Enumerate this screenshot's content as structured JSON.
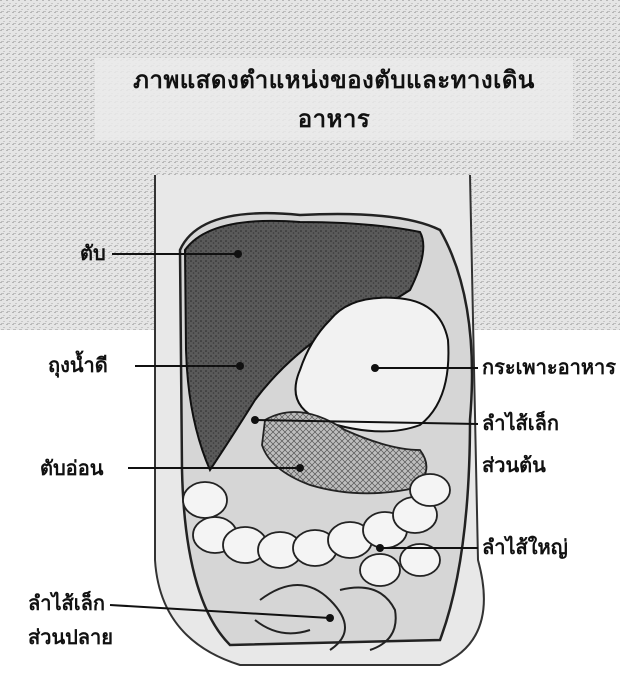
{
  "figure": {
    "title": "ภาพแสดงตำแหน่งของตับและทางเดินอาหาร",
    "labels": {
      "liver": "ตับ",
      "gallbladder": "ถุงน้ำดี",
      "pancreas": "ตับอ่อน",
      "small_intestine_lower_1": "ลำไส้เล็ก",
      "small_intestine_lower_2": "ส่วนปลาย",
      "stomach": "กระเพาะอาหาร",
      "small_intestine_upper_1": "ลำไส้เล็ก",
      "small_intestine_upper_2": "ส่วนต้น",
      "large_intestine": "ลำไส้ใหญ่"
    }
  }
}
